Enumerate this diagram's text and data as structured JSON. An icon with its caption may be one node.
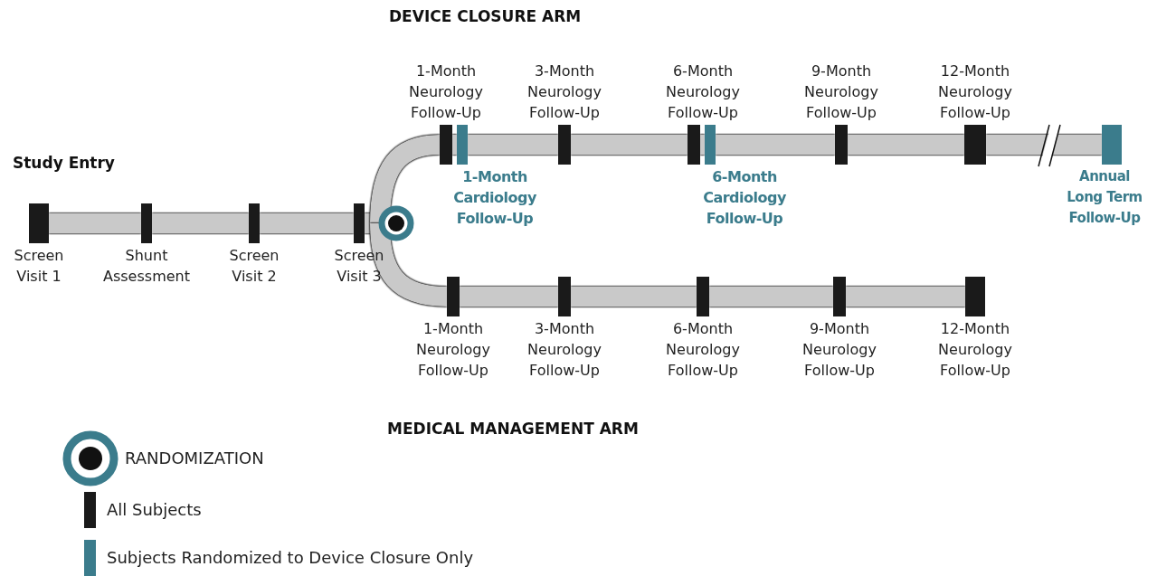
{
  "diagram": {
    "nodes": [
      {
        "text": [
          "Screen Visit 1"
        ]
      },
      {
        "text": [
          "Shunt Assessment"
        ]
      },
      {
        "text": [
          "Screen Visit 2"
        ]
      },
      {
        "text": [
          "Screen Visit 3"
        ]
      },
      {
        "text": [],
        "shape": "circle"
      },
      {
        "text": [
          "1-Month Neurology Follow-Up"
        ]
      },
      {
        "text": [
          "1-Month Cardiology Follow-Up"
        ]
      },
      {
        "text": [
          "3-Month Neurology Follow-Up"
        ]
      },
      {
        "text": [
          "6-Month Neurology Follow-Up"
        ]
      },
      {
        "text": [
          "6-Month Cardiology Follow-Up"
        ]
      },
      {
        "text": [
          "9-Month Neurology Follow-Up"
        ]
      },
      {
        "text": [
          "12-Month Neurology Follow-Up"
        ]
      },
      {
        "text": [
          "Annual Long Term Follow-Up"
        ]
      },
      {
        "text": [
          "1-Month Neurology Follow-Up"
        ]
      },
      {
        "text": [
          "3-Month Neurology Follow-Up"
        ]
      },
      {
        "text": [
          "6-Month Neurology Follow-Up"
        ]
      },
      {
        "text": [
          "9-Month Neurology Follow-Up"
        ]
      },
      {
        "text": [
          "12-Month Neurology Follow-Up"
        ]
      }
    ],
    "edges": [
      {
        "from": 0,
        "to": 1,
        "arrow": "none"
      },
      {
        "from": 1,
        "to": 2,
        "arrow": "none"
      },
      {
        "from": 2,
        "to": 3,
        "arrow": "none"
      },
      {
        "from": 3,
        "to": 4,
        "arrow": "none"
      },
      {
        "from": 4,
        "to": 5,
        "arrow": "none"
      },
      {
        "from": 5,
        "to": 6,
        "arrow": "none"
      },
      {
        "from": 6,
        "to": 7,
        "arrow": "none"
      },
      {
        "from": 7,
        "to": 8,
        "arrow": "none"
      },
      {
        "from": 8,
        "to": 9,
        "arrow": "none"
      },
      {
        "from": 9,
        "to": 10,
        "arrow": "none"
      },
      {
        "from": 10,
        "to": 11,
        "arrow": "none"
      },
      {
        "from": 11,
        "to": 12,
        "arrow": "none"
      },
      {
        "from": 4,
        "to": 13,
        "arrow": "none"
      },
      {
        "from": 13,
        "to": 14,
        "arrow": "none"
      },
      {
        "from": 14,
        "to": 15,
        "arrow": "none"
      },
      {
        "from": 15,
        "to": 16,
        "arrow": "none"
      },
      {
        "from": 16,
        "to": 17,
        "arrow": "none"
      }
    ],
    "labels": [
      "DEVICE CLOSURE ARM",
      "Study Entry",
      "MEDICAL MANAGEMENT ARM"
    ],
    "legend": [
      {
        "text": "RANDOMIZATION"
      },
      {
        "text": "All Subjects",
        "color": "#1a1a1a"
      },
      {
        "text": "Subjects Randomized to Device Closure Only",
        "color": "#3b7c8c"
      }
    ]
  }
}
